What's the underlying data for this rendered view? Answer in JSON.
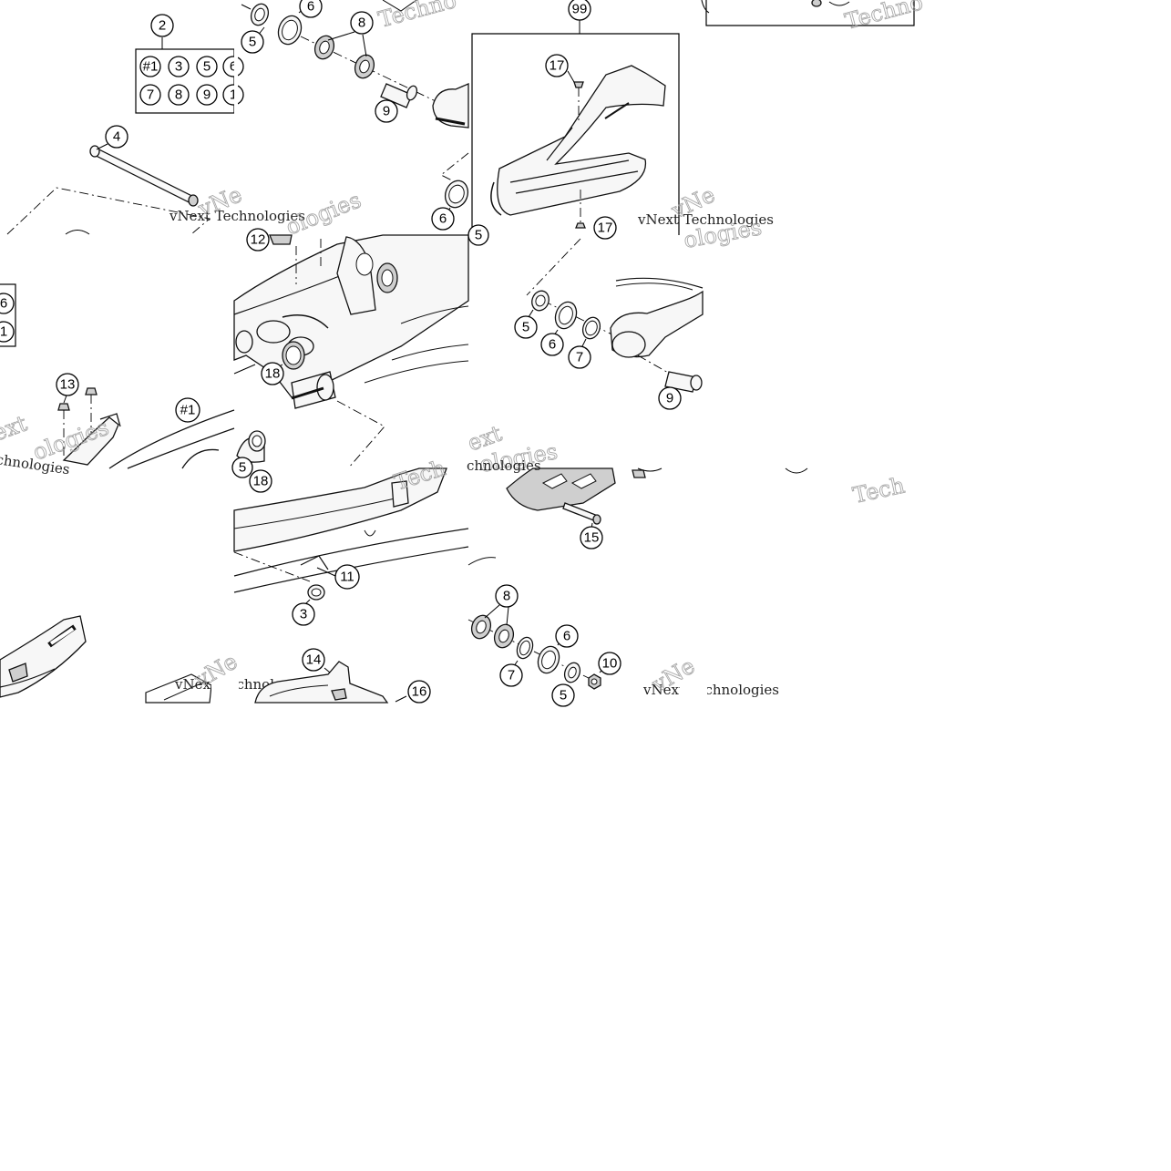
{
  "kit_table": {
    "callout": "2",
    "rows": [
      [
        "#1",
        "3",
        "5",
        "6"
      ],
      [
        "7",
        "8",
        "9",
        "1"
      ]
    ],
    "left_fragment_rows": [
      "6",
      "1"
    ]
  },
  "box_99": {
    "callout": "99"
  },
  "callouts": {
    "t00_4": "4",
    "t01_5": "5",
    "t01_6": "6",
    "t01_8": "8",
    "t01_9": "9",
    "t01_6b": "6",
    "t01_12": "12",
    "t02_17a": "17",
    "t02_17b": "17",
    "t11_5": "5",
    "t11_18": "18",
    "t12_5": "5",
    "t12_6": "6",
    "t12_7": "7",
    "t12_9": "9",
    "t10_13": "13",
    "t10_1": "#1",
    "t10_5": "5",
    "t10_18": "18",
    "t21_11": "11",
    "t21_3": "3",
    "t21_14": "14",
    "t21_16": "16",
    "t22_15": "15",
    "t22_8": "8",
    "t22_6": "6",
    "t22_7": "7",
    "t22_10": "10",
    "t22_5": "5"
  },
  "watermarks": {
    "main": "vNext Technologies",
    "short1": "Techno",
    "short2": "Tech",
    "frag1": "vNe",
    "frag2": "ext",
    "frag3": "chnologies",
    "frag4": "ologies"
  }
}
